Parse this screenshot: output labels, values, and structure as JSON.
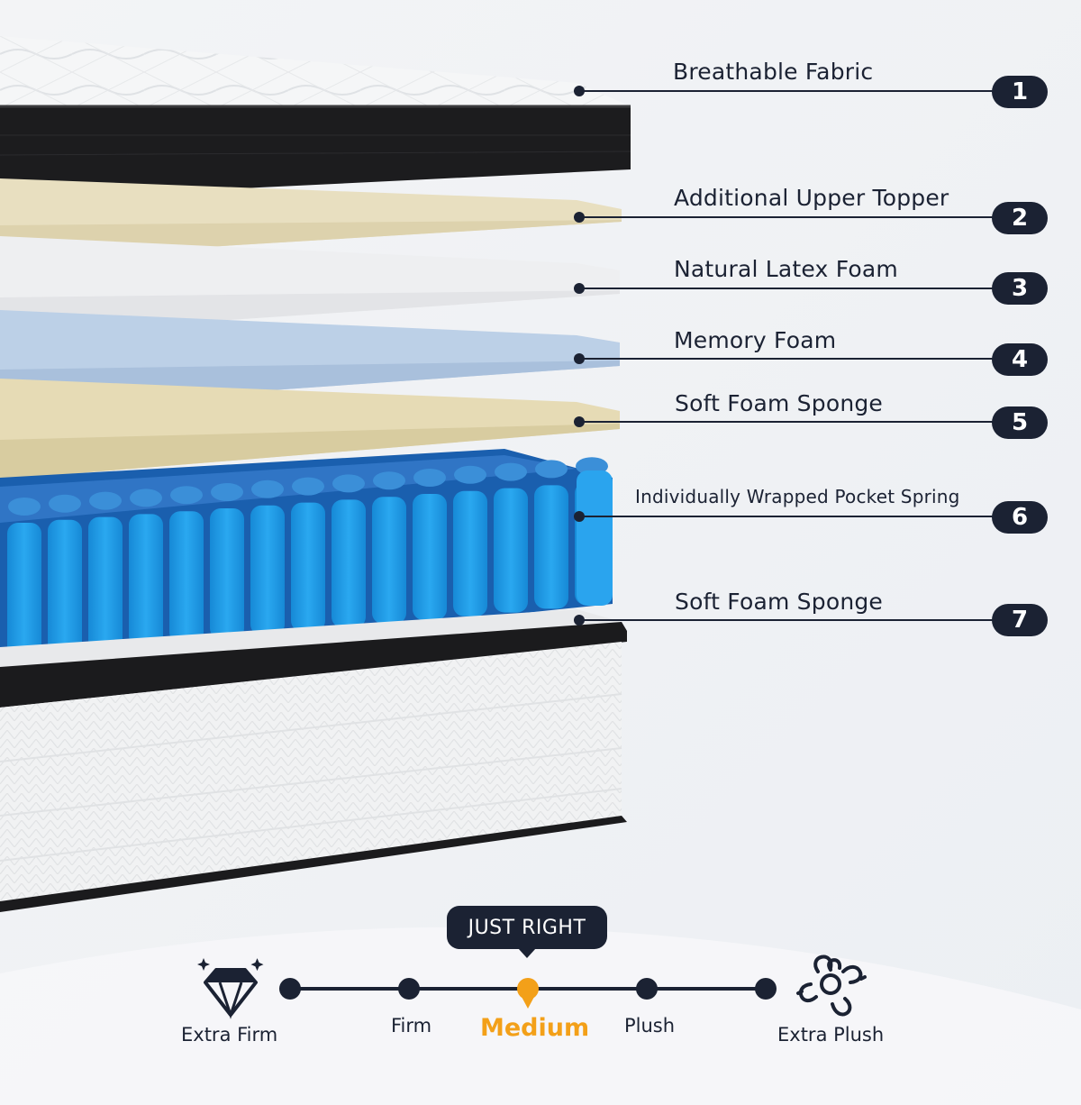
{
  "layers": [
    {
      "number": "1",
      "label": "Breathable Fabric"
    },
    {
      "number": "2",
      "label": "Additional Upper Topper"
    },
    {
      "number": "3",
      "label": "Natural Latex Foam"
    },
    {
      "number": "4",
      "label": "Memory Foam"
    },
    {
      "number": "5",
      "label": "Soft Foam Sponge"
    },
    {
      "number": "6",
      "label": "Individually Wrapped Pocket Spring"
    },
    {
      "number": "7",
      "label": "Soft Foam Sponge"
    }
  ],
  "firmness": {
    "badge": "JUST RIGHT",
    "levels": [
      "Extra Firm",
      "Firm",
      "Medium",
      "Plush",
      "Extra Plush"
    ],
    "selected": "Medium"
  },
  "colors": {
    "navy": "#1b2233",
    "accent": "#f3a019",
    "spring_blue": "#1e9be3",
    "memory_blue": "#b7cbe3",
    "cream": "#e8deb9"
  },
  "icons": {
    "extra_firm": "diamond-icon",
    "extra_plush": "cotton-icon"
  }
}
